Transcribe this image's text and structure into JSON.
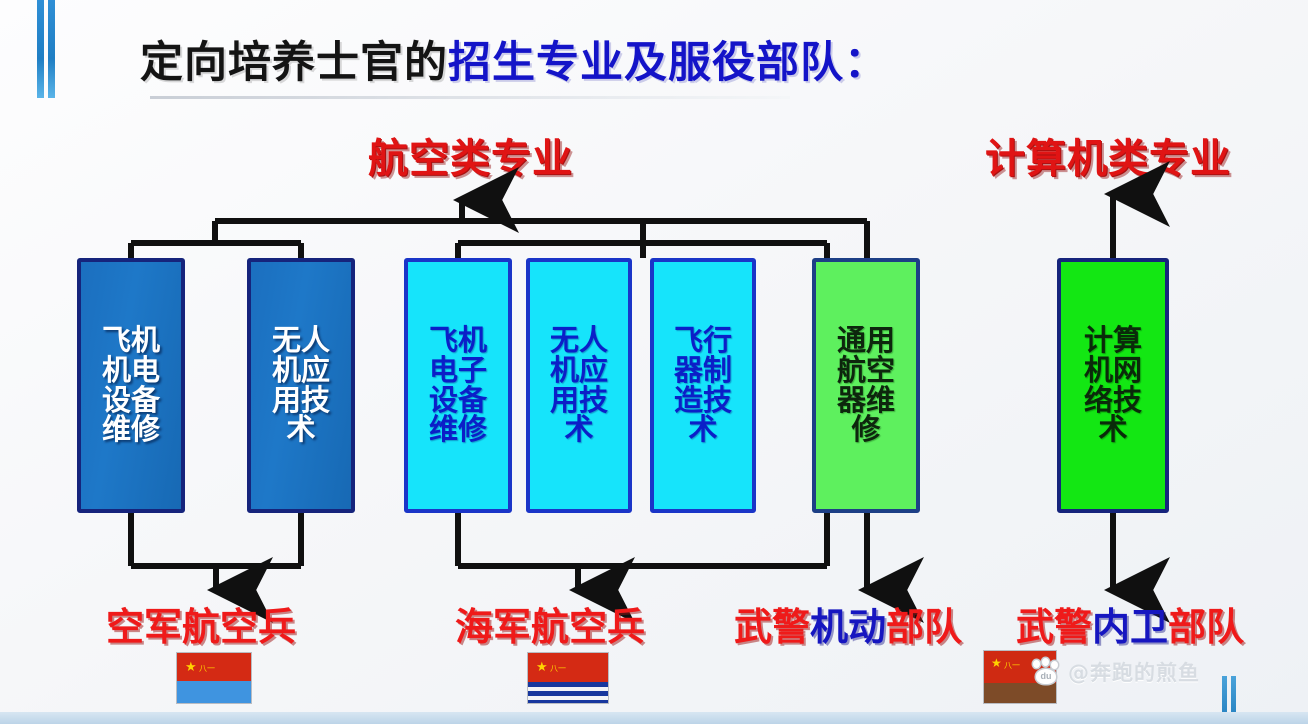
{
  "slide": {
    "title": {
      "black_part": "定向培养士官的",
      "blue_part": "招生专业及服役部队："
    },
    "headings": {
      "aviation": "航空类专业",
      "computer": "计算机类专业"
    },
    "majors": [
      {
        "id": "major-aircraft-electromechanical",
        "text": "飞机机电设备维修",
        "style": "blue"
      },
      {
        "id": "major-uav-application-navy-blue",
        "text": "无人机应用技术",
        "style": "blue"
      },
      {
        "id": "major-aircraft-electronics",
        "text": "飞机电子设备维修",
        "style": "cyan"
      },
      {
        "id": "major-uav-application-cyan",
        "text": "无人机应用技术",
        "style": "cyan"
      },
      {
        "id": "major-aircraft-manufacturing",
        "text": "飞行器制造技术",
        "style": "cyan"
      },
      {
        "id": "major-general-aviation-maintenance",
        "text": "通用航空器维修",
        "style": "green-l"
      },
      {
        "id": "major-computer-network",
        "text": "计算机网络技术",
        "style": "green"
      }
    ],
    "units": [
      {
        "id": "unit-air-force-aviation",
        "parts": [
          {
            "t": "空军航空兵",
            "c": "r"
          }
        ],
        "flag": "air-force-flag"
      },
      {
        "id": "unit-navy-aviation",
        "parts": [
          {
            "t": "海军航空兵",
            "c": "r"
          }
        ],
        "flag": "navy-flag"
      },
      {
        "id": "unit-pap-mobile",
        "parts": [
          {
            "t": "武警",
            "c": "r"
          },
          {
            "t": "机动",
            "c": "b"
          },
          {
            "t": "部队",
            "c": "r"
          }
        ],
        "flag": "none"
      },
      {
        "id": "unit-pap-internal",
        "parts": [
          {
            "t": "武警",
            "c": "r"
          },
          {
            "t": "内卫",
            "c": "b"
          },
          {
            "t": "部队",
            "c": "r"
          }
        ],
        "flag": "armed-police-flag"
      }
    ],
    "watermark": {
      "icon": "baidu-paw-icon",
      "du_label": "du",
      "text": "@奔跑的煎鱼"
    },
    "colors": {
      "title_black": "#141414",
      "title_blue": "#1414c8",
      "heading_red": "#e01414",
      "box_blue": "#1e78c8",
      "box_cyan": "#16e4fb",
      "box_green_light": "#5ef05e",
      "box_green": "#13e713",
      "label_red": "#ef1a1a",
      "label_blue": "#1616c0",
      "connector": "#101010",
      "accent_bar": "#1f7ec4"
    }
  }
}
